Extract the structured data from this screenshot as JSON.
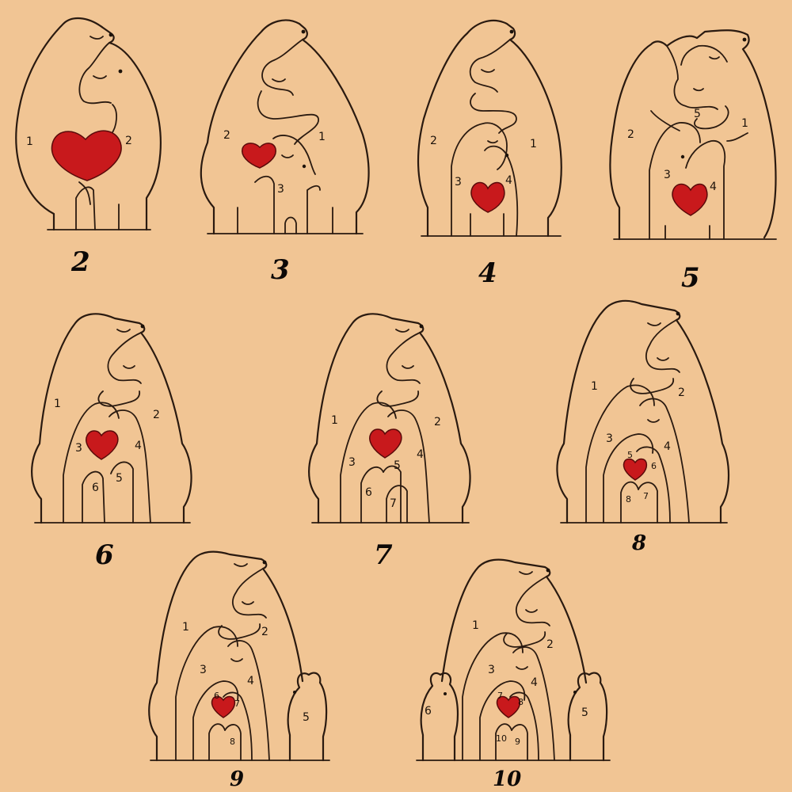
{
  "variants": [
    {
      "caption": "2",
      "labels": [
        "1",
        "2"
      ]
    },
    {
      "caption": "3",
      "labels": [
        "2",
        "1",
        "3"
      ]
    },
    {
      "caption": "4",
      "labels": [
        "2",
        "1",
        "3",
        "4"
      ]
    },
    {
      "caption": "5",
      "labels": [
        "2",
        "1",
        "5",
        "3",
        "4"
      ]
    },
    {
      "caption": "6",
      "labels": [
        "1",
        "2",
        "3",
        "4",
        "6",
        "5"
      ]
    },
    {
      "caption": "7",
      "labels": [
        "1",
        "2",
        "3",
        "5",
        "4",
        "6",
        "7"
      ]
    },
    {
      "caption": "8",
      "labels": [
        "1",
        "2",
        "3",
        "4",
        "5",
        "6",
        "8",
        "7"
      ]
    },
    {
      "caption": "9",
      "labels": [
        "1",
        "2",
        "3",
        "4",
        "6",
        "7",
        "5",
        "8"
      ]
    },
    {
      "caption": "10",
      "labels": [
        "1",
        "2",
        "3",
        "4",
        "7",
        "8",
        "10",
        "9",
        "6",
        "5"
      ]
    }
  ],
  "colors": {
    "background": "#f1c594",
    "line": "#2a1a10",
    "heart": "#c8191c"
  }
}
